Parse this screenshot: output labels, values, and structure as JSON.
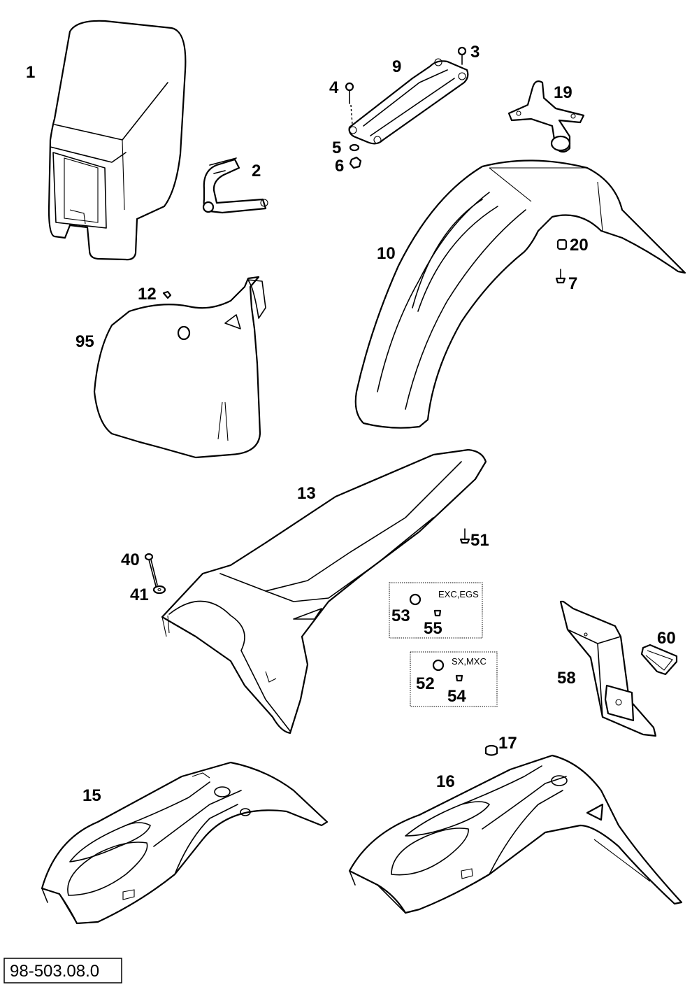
{
  "callouts": {
    "c1": "1",
    "c2": "2",
    "c3": "3",
    "c4": "4",
    "c5": "5",
    "c6": "6",
    "c7": "7",
    "c9": "9",
    "c10": "10",
    "c12": "12",
    "c13": "13",
    "c15": "15",
    "c16": "16",
    "c17": "17",
    "c19": "19",
    "c20": "20",
    "c40": "40",
    "c41": "41",
    "c51": "51",
    "c52": "52",
    "c53": "53",
    "c54": "54",
    "c55": "55",
    "c58": "58",
    "c60": "60",
    "c95": "95"
  },
  "variant_boxes": {
    "exc_egs": "EXC,EGS",
    "sx_mxc": "SX,MXC"
  },
  "reference_number": "98-503.08.0"
}
